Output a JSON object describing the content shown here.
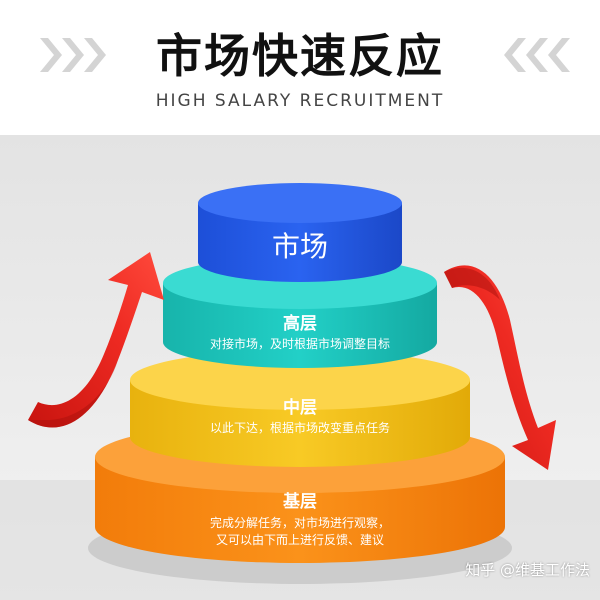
{
  "header": {
    "title": "市场快速反应",
    "subtitle": "HIGH SALARY RECRUITMENT"
  },
  "tiers": [
    {
      "title": "市场",
      "desc": []
    },
    {
      "title": "高层",
      "desc": [
        "对接市场，及时根据市场调整目标"
      ]
    },
    {
      "title": "中层",
      "desc": [
        "以此下达，根据市场改变重点任务"
      ]
    },
    {
      "title": "基层",
      "desc": [
        "完成分解任务，对市场进行观察，",
        "又可以由下而上进行反馈、建议"
      ]
    }
  ],
  "watermark": "知乎 @维基工作法",
  "colors": {
    "top": "#1f55e0",
    "upper": "#1dc6bd",
    "middle": "#f4c21b",
    "base": "#f98a12",
    "arrow": "#e8211d",
    "background": "#ececec"
  },
  "icons": {
    "left_decoration": "triple-chevron-right-icon",
    "right_decoration": "triple-chevron-left-icon",
    "up_arrow": "curved-up-arrow-icon",
    "down_arrow": "curved-down-arrow-icon"
  }
}
